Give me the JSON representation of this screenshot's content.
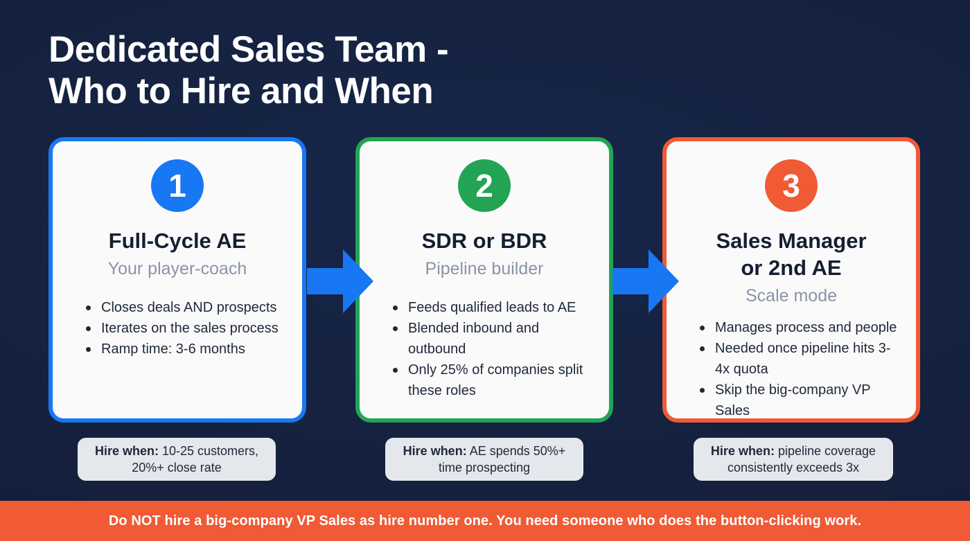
{
  "title": "Dedicated Sales Team -\nWho to Hire and When",
  "colors": {
    "background": "#141F3C",
    "step1": "#1877F2",
    "step2": "#23A455",
    "step3": "#F05A35",
    "arrow": "#1877F2",
    "card_bg": "#FAFAFA",
    "pill_bg": "#E4E7EC",
    "text_dark": "#1E2838",
    "text_muted": "#8A94A6",
    "banner_bg": "#F05A35"
  },
  "steps": [
    {
      "number": "1",
      "title": "Full-Cycle AE",
      "subtitle": "Your player-coach",
      "bullets": [
        "Closes deals AND prospects",
        "Iterates on the sales process",
        "Ramp time: 3-6 months"
      ],
      "hire_when_label": "Hire when:",
      "hire_when_text": "10-25 customers, 20%+ close rate"
    },
    {
      "number": "2",
      "title": "SDR or BDR",
      "subtitle": "Pipeline builder",
      "bullets": [
        "Feeds qualified leads to AE",
        "Blended inbound and outbound",
        "Only 25% of companies split these roles"
      ],
      "hire_when_label": "Hire when:",
      "hire_when_text": "AE spends 50%+ time prospecting"
    },
    {
      "number": "3",
      "title": "Sales Manager\nor 2nd AE",
      "subtitle": "Scale mode",
      "bullets": [
        "Manages process and people",
        "Needed once pipeline hits 3-4x quota",
        "Skip the big-company VP Sales"
      ],
      "hire_when_label": "Hire when:",
      "hire_when_text": "pipeline coverage consistently exceeds 3x"
    }
  ],
  "arrows": [
    {
      "name": "arrow-step1-to-step2"
    },
    {
      "name": "arrow-step2-to-step3"
    }
  ],
  "banner": "Do NOT hire a big-company VP Sales as hire number one. You need someone who does the button-clicking work."
}
